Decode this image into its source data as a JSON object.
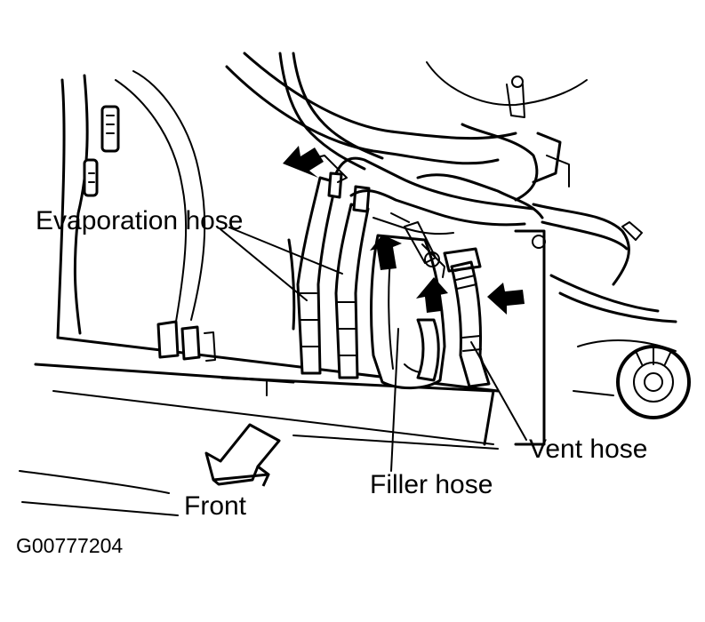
{
  "labels": {
    "evaporation_hose": "Evaporation hose",
    "vent_hose": "Vent hose",
    "filler_hose": "Filler hose",
    "front": "Front",
    "figure_id": "G00777204"
  },
  "colors": {
    "ink": "#000000",
    "paper": "#ffffff"
  }
}
